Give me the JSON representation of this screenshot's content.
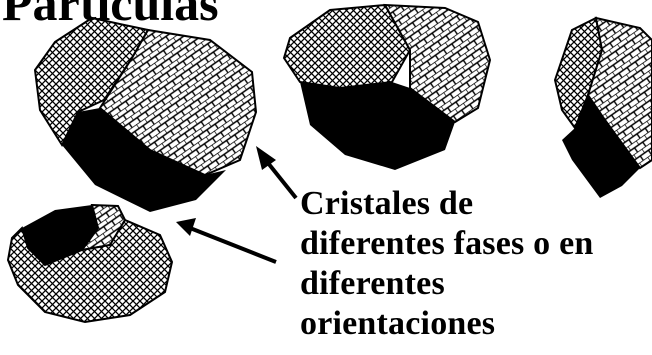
{
  "heading": {
    "title": "Partículas"
  },
  "caption": {
    "lines": [
      "Cristales de",
      "diferentes fases o en",
      "diferentes",
      "orientaciones"
    ]
  },
  "fills": {
    "crosshatch": "#000000",
    "brick": "#000000",
    "solid": "#000000",
    "background": "#ffffff"
  },
  "icons": [
    "arrow-pointer-icon",
    "arrow-pointer-icon"
  ]
}
